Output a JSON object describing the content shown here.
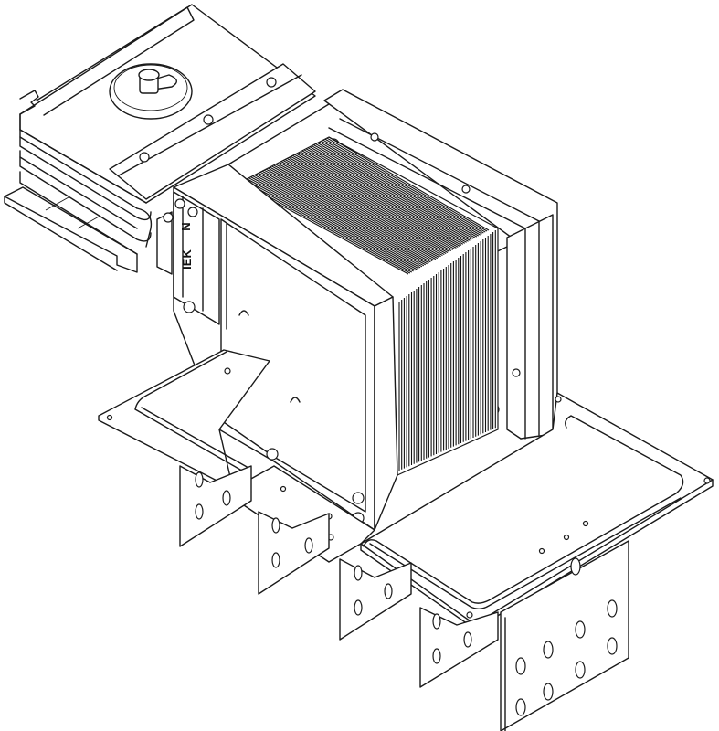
{
  "drawing": {
    "subject": "Busbar trunking flanged end box (isometric line drawing)",
    "markings": {
      "brand_label": "IEK",
      "phase_label": "N"
    },
    "components": [
      "busbar-section",
      "clamp-bolt",
      "fin-stack",
      "front-frame",
      "label-plate",
      "flange-plate",
      "connection-busbars"
    ],
    "busbar_tabs": 5,
    "colors": {
      "line": "#1a1a1a",
      "background": "#ffffff"
    }
  }
}
